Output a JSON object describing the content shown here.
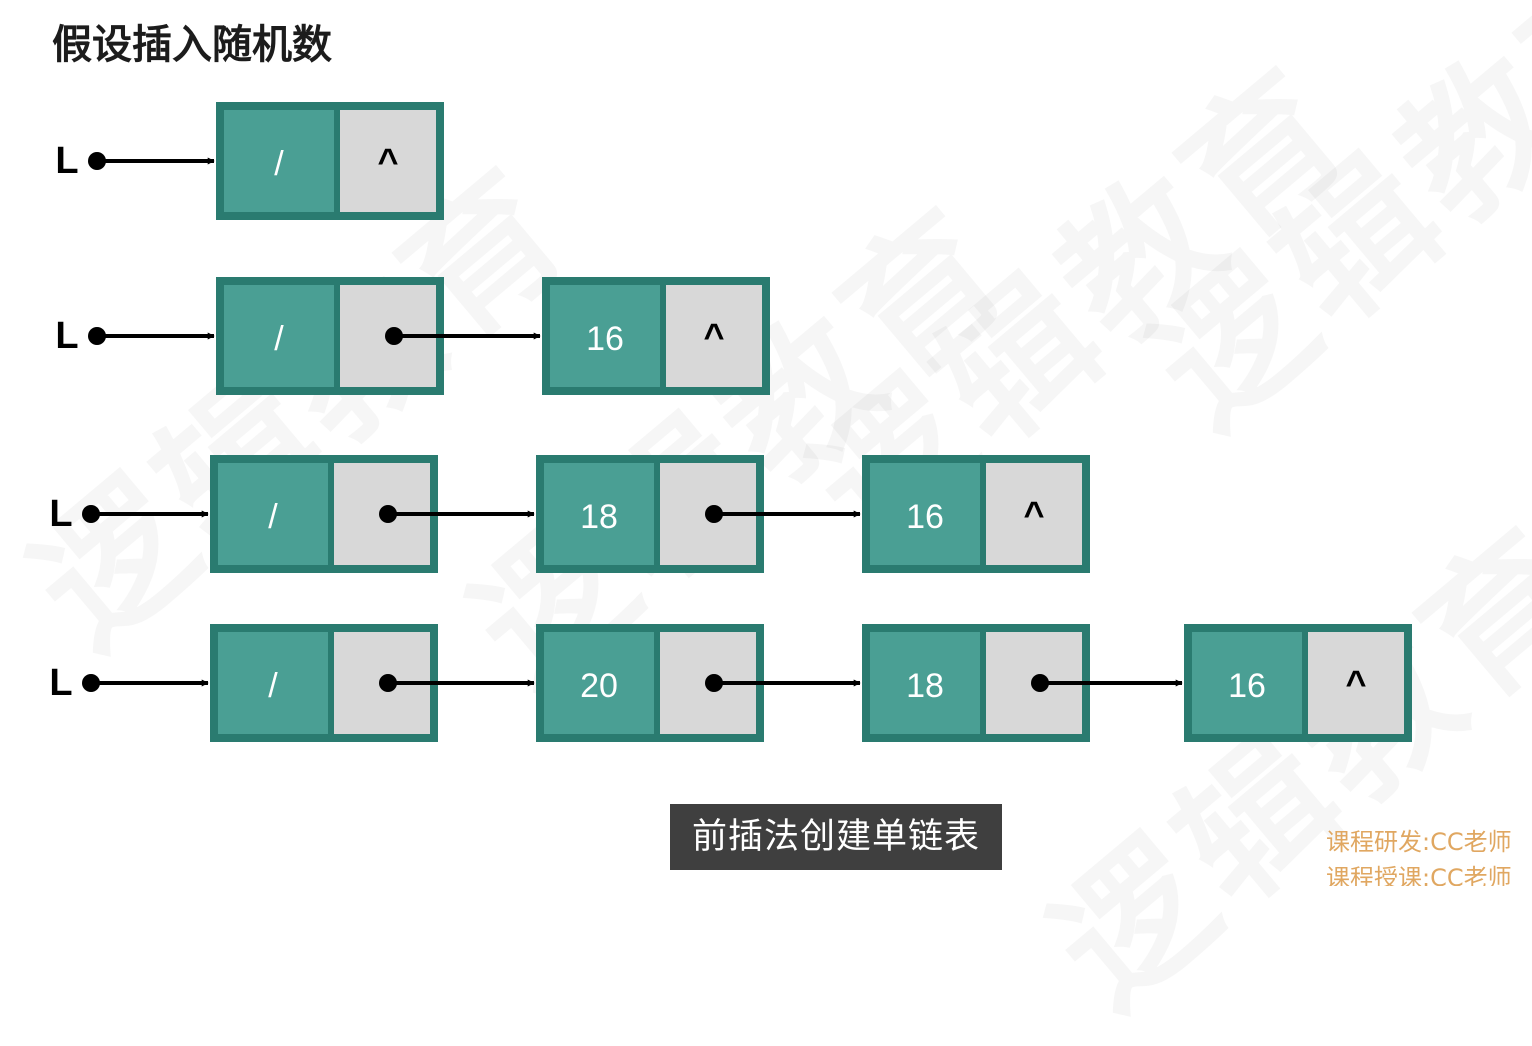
{
  "title": "假设插入随机数",
  "caption": "前插法创建单链表",
  "credits": [
    "课程研发:CC老师",
    "课程授课:CC老师"
  ],
  "watermark": "逻辑教育",
  "colors": {
    "data_field": "#4a9f94",
    "node_border": "#2a7b70",
    "pointer_field": "#d8d8d8",
    "caption_bg": "#3f3f3f",
    "credits_text": "#e0a761"
  },
  "diagram": {
    "head_label": "L",
    "head_node_data": "/",
    "null_symbol": "^",
    "rows": [
      {
        "nodes": []
      },
      {
        "nodes": [
          "16"
        ]
      },
      {
        "nodes": [
          "18",
          "16"
        ]
      },
      {
        "nodes": [
          "20",
          "18",
          "16"
        ]
      }
    ]
  }
}
